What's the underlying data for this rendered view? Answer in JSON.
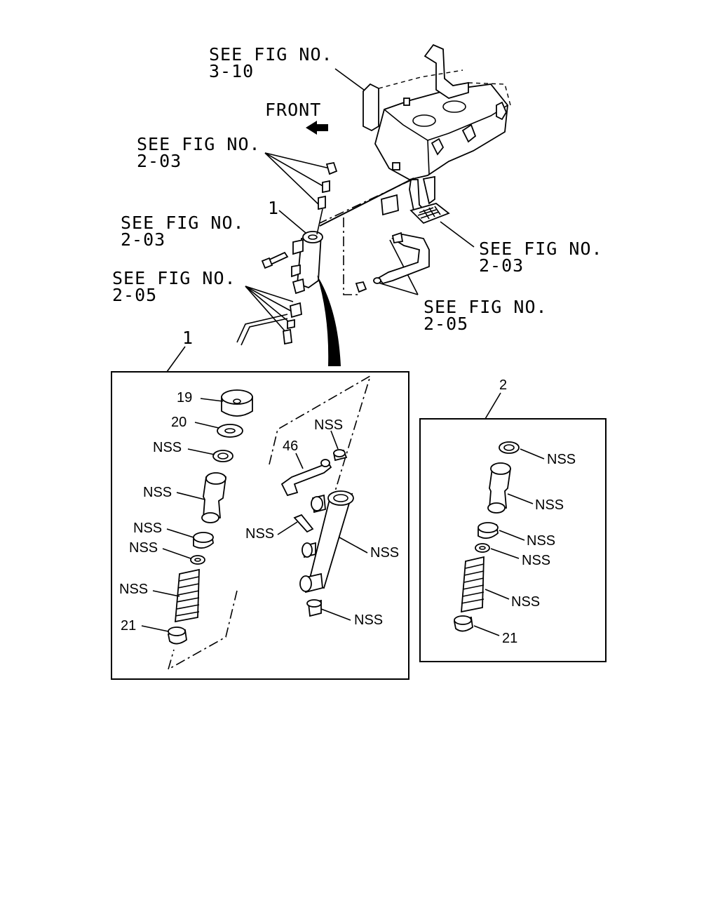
{
  "references": {
    "fig_3_10": [
      "SEE FIG NO.",
      "3-10"
    ],
    "fig_2_03_top": [
      "SEE FIG NO.",
      "2-03"
    ],
    "fig_2_03_mid": [
      "SEE FIG NO.",
      "2-03"
    ],
    "fig_2_05_left": [
      "SEE FIG NO.",
      "2-05"
    ],
    "fig_2_03_right": [
      "SEE FIG NO.",
      "2-03"
    ],
    "fig_2_05_right": [
      "SEE FIG NO.",
      "2-05"
    ]
  },
  "front_label": "FRONT",
  "callouts": {
    "main_assembly": "1",
    "detail_box_1": "1",
    "detail_box_2": "2"
  },
  "box1_parts": {
    "p19": "19",
    "p20": "20",
    "nss_a": "NSS",
    "nss_b": "NSS",
    "nss_c": "NSS",
    "nss_d": "NSS",
    "nss_e": "NSS",
    "p21": "21",
    "nss_top": "NSS",
    "p46": "46",
    "nss_pin": "NSS",
    "nss_body": "NSS",
    "nss_bottom": "NSS"
  },
  "box2_parts": {
    "nss_a": "NSS",
    "nss_b": "NSS",
    "nss_c": "NSS",
    "nss_d": "NSS",
    "nss_e": "NSS",
    "p21": "21"
  }
}
